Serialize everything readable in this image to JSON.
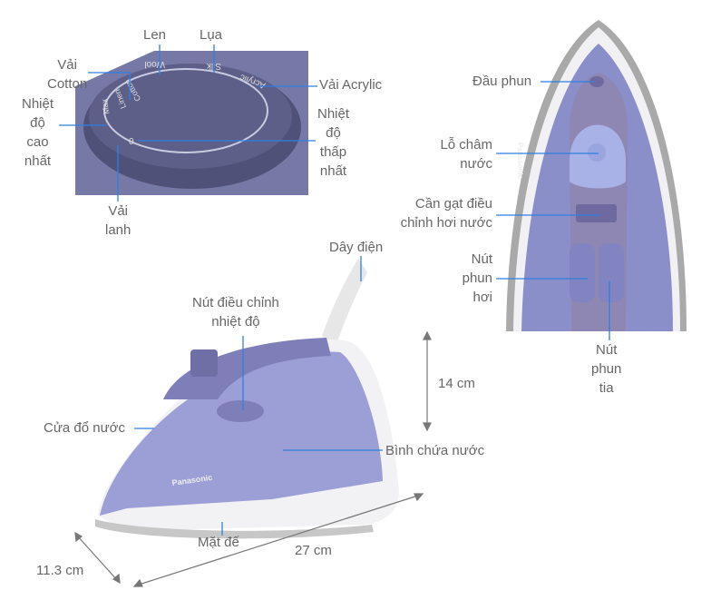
{
  "dial_labels": {
    "len": "Len",
    "lua": "Lụa",
    "vai_cotton": [
      "Vải",
      "Cotton"
    ],
    "vai_acrylic": "Vải Acrylic",
    "nhiet_do_cao_nhat": [
      "Nhiệt",
      "độ",
      "cao",
      "nhất"
    ],
    "nhiet_do_thap_nhat": [
      "Nhiệt",
      "độ",
      "thấp",
      "nhất"
    ],
    "vai_lanh": [
      "Vải",
      "lanh"
    ]
  },
  "dial_markings": {
    "wool": "Wool",
    "silk": "Silk",
    "acrylic": "Acrylic",
    "cotton": "Cotton",
    "linen": "Linen",
    "max": "Max",
    "zero": "0"
  },
  "top_labels": {
    "dau_phun": "Đầu phun",
    "lo_cham_nuoc": [
      "Lỗ châm",
      "nước"
    ],
    "can_gat": [
      "Cần gạt điều",
      "chỉnh hơi nước"
    ],
    "nut_phun_hoi": [
      "Nút",
      "phun",
      "hơi"
    ],
    "nut_phun_tia": [
      "Nút",
      "phun",
      "tia"
    ]
  },
  "side_labels": {
    "day_dien": "Dây điện",
    "nut_dieu_chinh": [
      "Nút điều chỉnh",
      "nhiệt độ"
    ],
    "cua_do_nuoc": "Cửa đổ nước",
    "binh_chua_nuoc": "Bình chứa nước",
    "mat_de": "Mặt đế"
  },
  "dimensions": {
    "height": "14 cm",
    "length": "27 cm",
    "width": "11.3 cm"
  },
  "brand": "Panasonic",
  "colors": {
    "leader_line": "#2f7fe0",
    "body": "#7e7fb8",
    "text": "#666666"
  }
}
